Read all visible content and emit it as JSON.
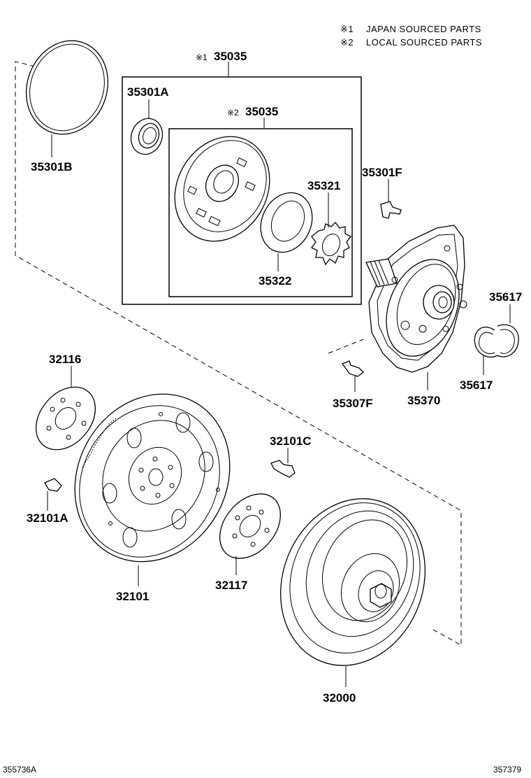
{
  "notes": {
    "n1_mark": "※1",
    "n1_text": "JAPAN SOURCED PARTS",
    "n2_mark": "※2",
    "n2_text": "LOCAL SOURCED PARTS"
  },
  "labels": {
    "outer_kit": "35035",
    "outer_kit_mark": "※1",
    "inner_kit": "35035",
    "inner_kit_mark": "※2",
    "p35301A": "35301A",
    "p35301B": "35301B",
    "p35321": "35321",
    "p35322": "35322",
    "p35301F": "35301F",
    "p35617_top": "35617",
    "p35617_bottom": "35617",
    "p35307F": "35307F",
    "p35370": "35370",
    "p32116": "32116",
    "p32101C": "32101C",
    "p32101A": "32101A",
    "p32117": "32117",
    "p32101": "32101",
    "p32000": "32000"
  },
  "footer": {
    "left_code": "355736A",
    "right_code": "357379"
  }
}
